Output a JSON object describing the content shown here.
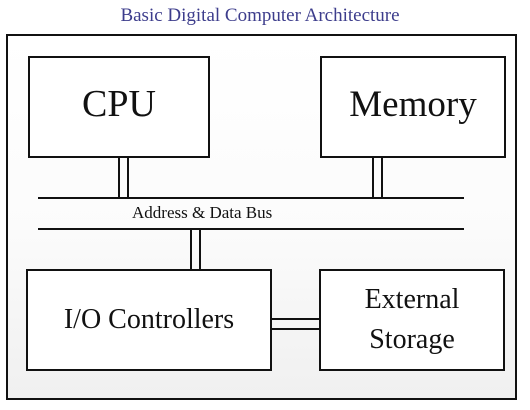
{
  "title": "Basic Digital Computer Architecture",
  "components": {
    "cpu": "CPU",
    "memory": "Memory",
    "io_controllers": "I/O Controllers",
    "external_storage_line1": "External",
    "external_storage_line2": "Storage"
  },
  "bus_label": "Address & Data Bus",
  "colors": {
    "title": "#3d3d8c",
    "line": "#111111"
  }
}
